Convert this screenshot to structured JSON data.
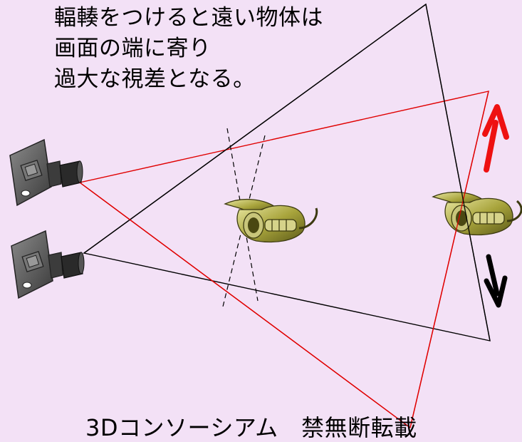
{
  "caption": {
    "lines": [
      "輻輳をつけると遠い物体は",
      "画面の端に寄り",
      "過大な視差となる。"
    ]
  },
  "footer": {
    "text": "3Dコンソーシアム　禁無断転載"
  },
  "colors": {
    "background": "#f3e1f6",
    "left_camera_frustum": "#000000",
    "right_camera_frustum": "#e00000",
    "up_arrow": "#ee1111",
    "down_arrow": "#000000",
    "horn": "#8a8a2a",
    "camera_body": "#5a5a5a"
  },
  "icons": [
    "camera-icon",
    "camera-icon",
    "horn-icon",
    "horn-icon",
    "up-arrow-icon",
    "down-arrow-icon"
  ]
}
